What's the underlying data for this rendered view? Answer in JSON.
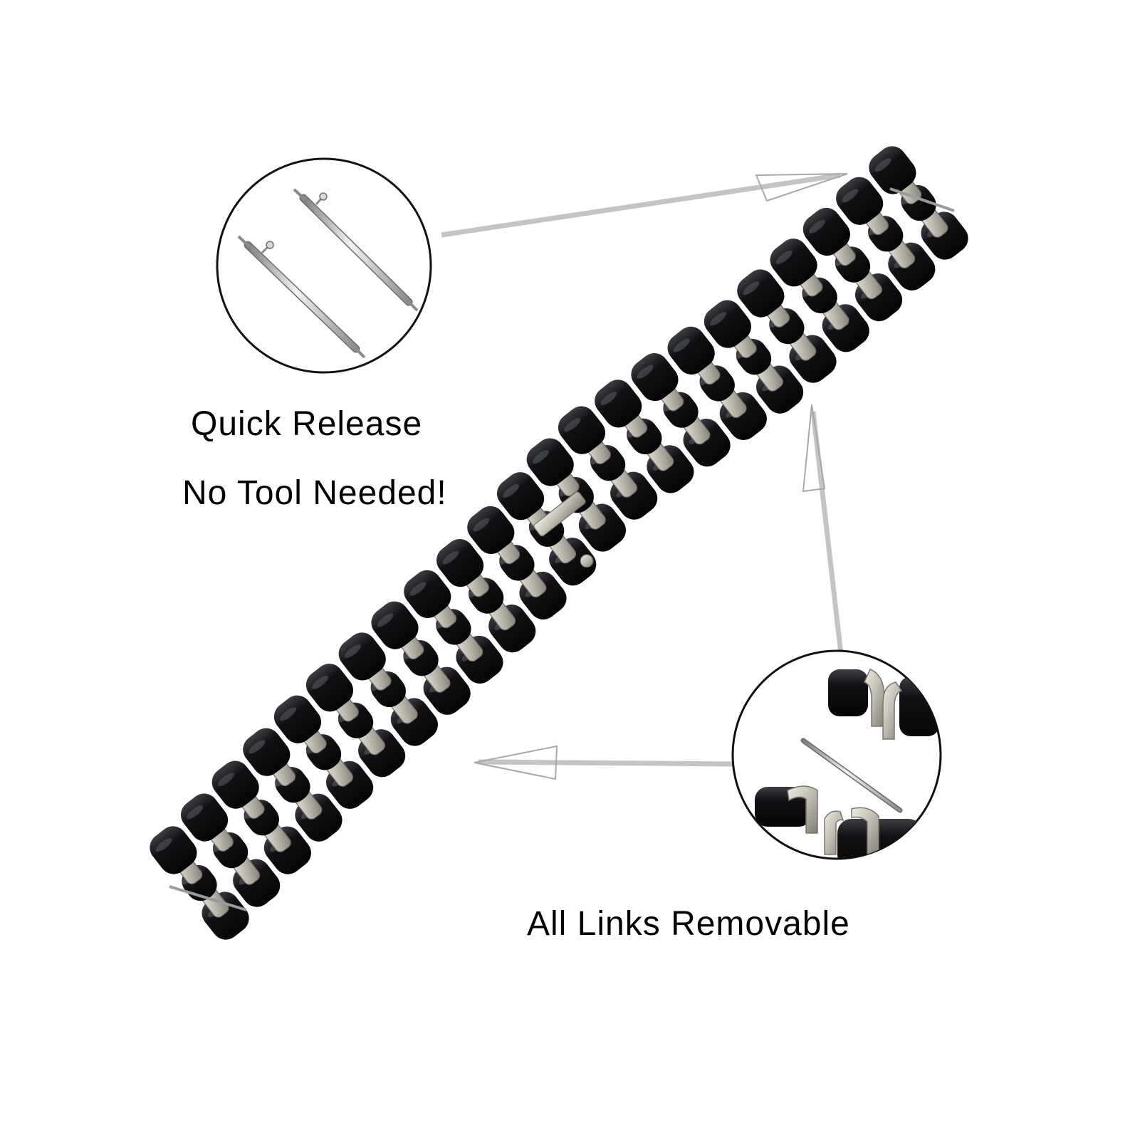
{
  "captions": {
    "quick_release": "Quick Release",
    "no_tool_needed": "No Tool Needed!",
    "all_links_removable": "All Links Removable"
  },
  "colors": {
    "background": "#ffffff",
    "link_black": "#0d0d0f",
    "link_highlight": "#4a4c52",
    "steel": "#c9c7c0",
    "steel_dark": "#8a8882",
    "arrow": "#b8b8b8",
    "circle_outline": "#111111"
  },
  "icons": {
    "detail_pins": "spring-bar-pins-icon",
    "detail_links": "removable-links-icon",
    "arrows": "pointer-arrow-icon"
  }
}
